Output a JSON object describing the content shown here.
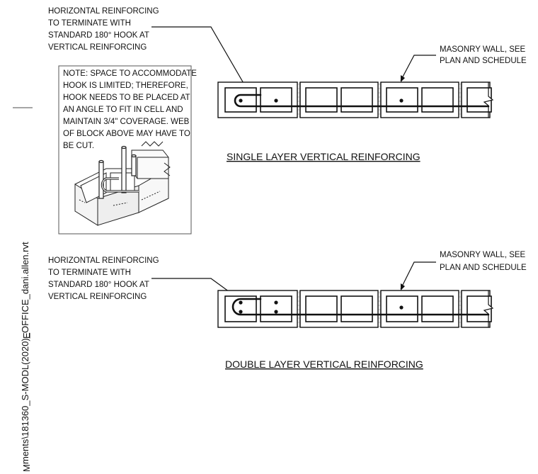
{
  "details": [
    {
      "title": "SINGLE LAYER VERTICAL REINFORCING",
      "callout_left": [
        "HORIZONTAL REINFORCING",
        "TO TERMINATE WITH",
        "STANDARD 180° HOOK AT",
        "VERTICAL REINFORCING"
      ],
      "callout_right": [
        "MASONRY WALL, SEE",
        "PLAN AND SCHEDULE"
      ],
      "layers": 1
    },
    {
      "title": "DOUBLE LAYER VERTICAL REINFORCING",
      "callout_left": [
        "HORIZONTAL REINFORCING",
        "TO TERMINATE WITH",
        "STANDARD 180° HOOK AT",
        "VERTICAL REINFORCING"
      ],
      "callout_right": [
        "MASONRY WALL, SEE",
        "PLAN AND SCHEDULE"
      ],
      "layers": 2
    }
  ],
  "note": [
    "NOTE:  SPACE TO ACCOMMODATE",
    "HOOK IS LIMITED; THEREFORE,",
    "HOOK NEEDS TO BE PLACED AT",
    "AN ANGLE TO FIT IN CELL AND",
    "MAINTAIN 3/4\" COVERAGE. WEB",
    "OF BLOCK ABOVE MAY HAVE TO",
    "BE CUT."
  ],
  "side_text": {
    "path": "ments\\181360_S-MODL(2020)_OFFICE_dani.allen.rvt",
    "mark_e": "E",
    "mark_m": "M"
  }
}
